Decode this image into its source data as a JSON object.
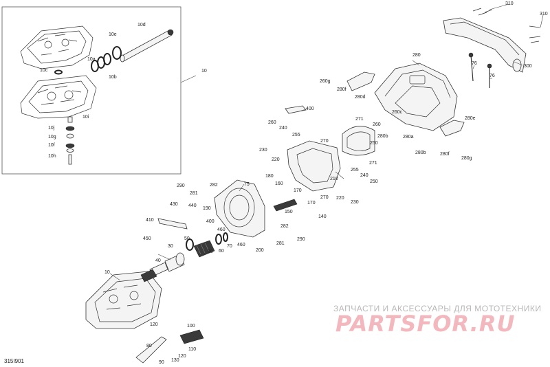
{
  "reference_id": "315I901",
  "watermark": {
    "caption": "ЗАПЧАСТИ И АКСЕССУАРЫ ДЛЯ МОТОТЕХНИКИ",
    "logo": "PARTSFOR.RU"
  },
  "inset_labels": [
    "10d",
    "10e",
    "10",
    "10a",
    "10c",
    "10b",
    "10i",
    "10j",
    "10g",
    "10f",
    "10h"
  ],
  "labels": [
    "310",
    "310",
    "280",
    "76",
    "76",
    "300",
    "260",
    "260g",
    "280f",
    "280d",
    "400",
    "260c",
    "260",
    "271",
    "250",
    "240",
    "255",
    "270",
    "280b",
    "280a",
    "280e",
    "230",
    "220",
    "280b",
    "280f",
    "280g",
    "255",
    "271",
    "240",
    "250",
    "210",
    "290",
    "282",
    "281",
    "75",
    "180",
    "160",
    "170",
    "170",
    "220",
    "270",
    "230",
    "150",
    "140",
    "430",
    "440",
    "190",
    "410",
    "400",
    "460",
    "282",
    "281",
    "290",
    "450",
    "30",
    "50",
    "60",
    "70",
    "80",
    "460",
    "200",
    "40",
    "10",
    "120",
    "100",
    "110",
    "90",
    "80",
    "130",
    "120"
  ]
}
